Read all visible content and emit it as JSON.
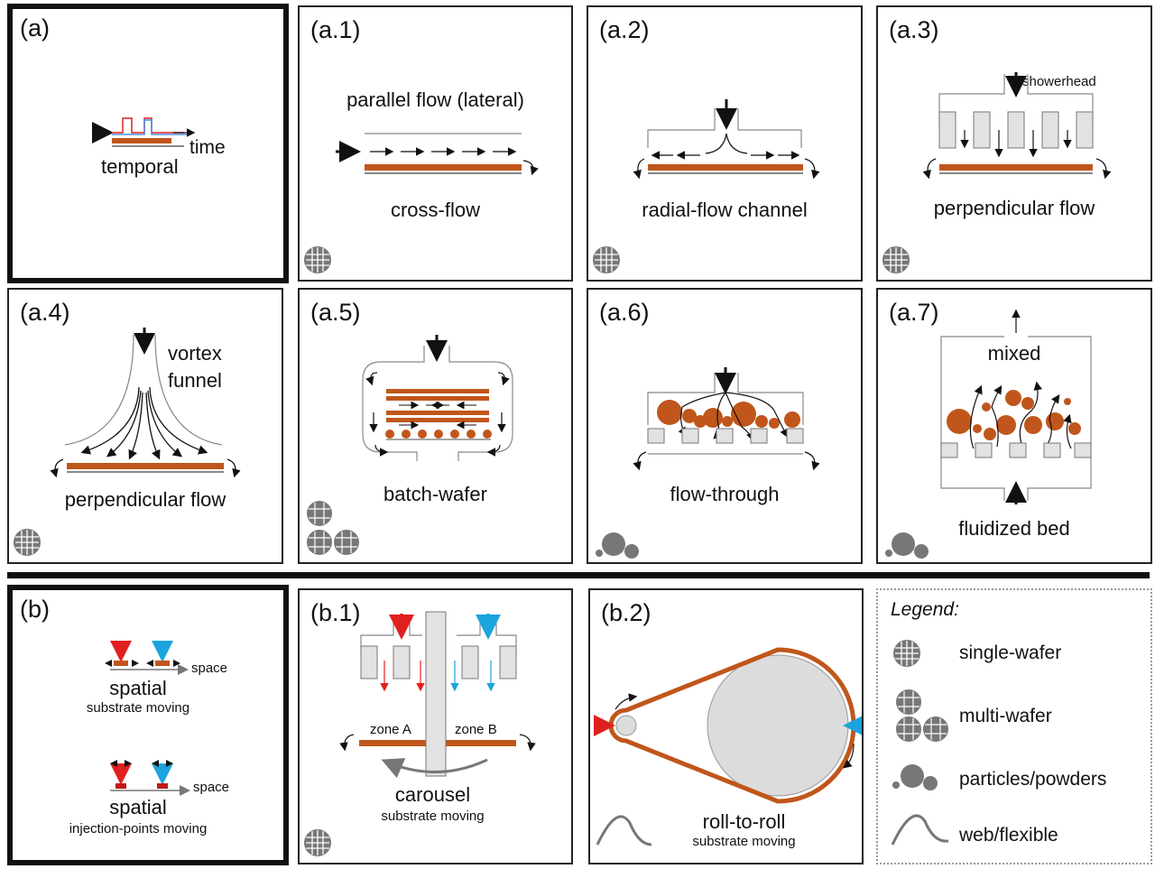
{
  "panels": {
    "a": {
      "tag": "(a)",
      "label_time": "time",
      "caption": "temporal"
    },
    "a1": {
      "tag": "(a.1)",
      "top_label": "parallel flow (lateral)",
      "caption": "cross-flow"
    },
    "a2": {
      "tag": "(a.2)",
      "caption": "radial-flow channel"
    },
    "a3": {
      "tag": "(a.3)",
      "inlet_label": "showerhead",
      "caption": "perpendicular flow"
    },
    "a4": {
      "tag": "(a.4)",
      "label_line1": "vortex",
      "label_line2": "funnel",
      "caption": "perpendicular flow"
    },
    "a5": {
      "tag": "(a.5)",
      "caption": "batch-wafer"
    },
    "a6": {
      "tag": "(a.6)",
      "caption": "flow-through"
    },
    "a7": {
      "tag": "(a.7)",
      "top_label": "mixed",
      "caption": "fluidized bed"
    },
    "b": {
      "tag": "(b)",
      "label_space_1": "space",
      "caption_1": "spatial",
      "sub_1": "substrate moving",
      "label_space_2": "space",
      "caption_2": "spatial",
      "sub_2": "injection-points moving"
    },
    "b1": {
      "tag": "(b.1)",
      "zone_a": "zone A",
      "zone_b": "zone B",
      "caption": "carousel",
      "sub": "substrate moving"
    },
    "b2": {
      "tag": "(b.2)",
      "caption": "roll-to-roll",
      "sub": "substrate moving"
    }
  },
  "legend": {
    "title": "Legend:",
    "items": [
      {
        "icon": "single-wafer-icon",
        "label": "single-wafer"
      },
      {
        "icon": "multi-wafer-icon",
        "label": "multi-wafer"
      },
      {
        "icon": "particles-icon",
        "label": "particles/powders"
      },
      {
        "icon": "web-flexible-icon",
        "label": "web/flexible"
      }
    ]
  },
  "colors": {
    "substrate": "#c0561b",
    "precursor_a": "#e02020",
    "precursor_b": "#1ba4dd",
    "pulse_blue": "#4a8fe0",
    "structure_fill": "#e2e2e2",
    "icon_gray": "#777777"
  }
}
